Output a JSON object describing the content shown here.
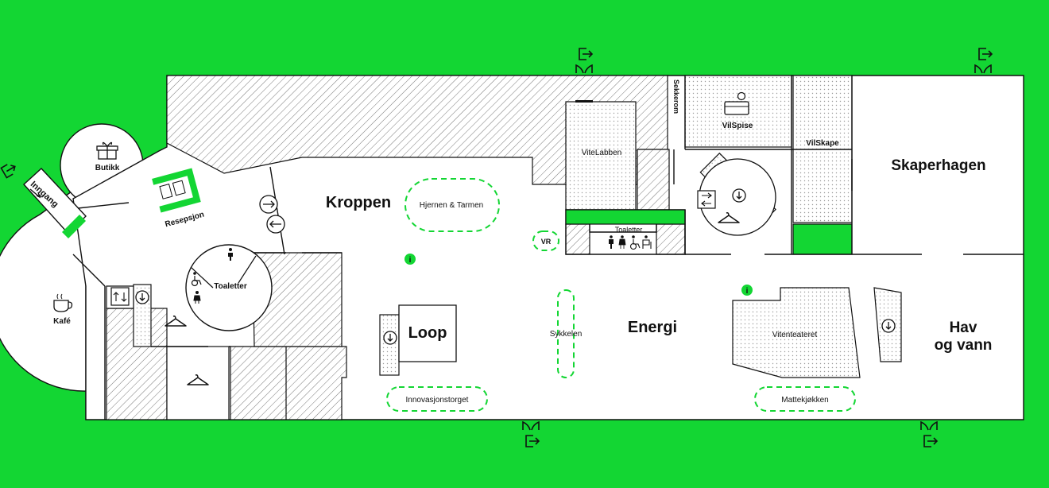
{
  "colors": {
    "background": "#13d633",
    "floor": "#ffffff",
    "wall": "#111111",
    "accent": "#13d633"
  },
  "areas": {
    "inngang": "Inngang",
    "butikk": "Butikk",
    "resepsjon": "Resepsjon",
    "kafe": "Kafé",
    "toaletter_main": "Toaletter",
    "kroppen": "Kroppen",
    "hjernen_tarmen": "Hjernen & Tarmen",
    "vr": "VR",
    "loop": "Loop",
    "innovasjonstorget": "Innovasjonstorget",
    "vitelabben": "ViteLabben",
    "toaletter_upper": "Toaletter",
    "sekkerom": "Sekkerom",
    "vilspise": "VilSpise",
    "vilskape": "VilSkape",
    "skaperhagen": "Skaperhagen",
    "sykkelen": "Sykkelen",
    "energi": "Energi",
    "vitenteateret": "Vitenteateret",
    "mattekjokken": "Mattekjøkken",
    "hav_line1": "Hav",
    "hav_line2": "og vann"
  },
  "icons": {
    "info": "i",
    "gift": "gift-icon",
    "coffee": "coffee-icon",
    "hanger": "hanger-icon",
    "elevator": "elevator-icon",
    "stairs_down": "stairs-down-icon",
    "exit": "exit-icon",
    "wheelchair": "wheelchair-icon",
    "person": "person-icon"
  }
}
